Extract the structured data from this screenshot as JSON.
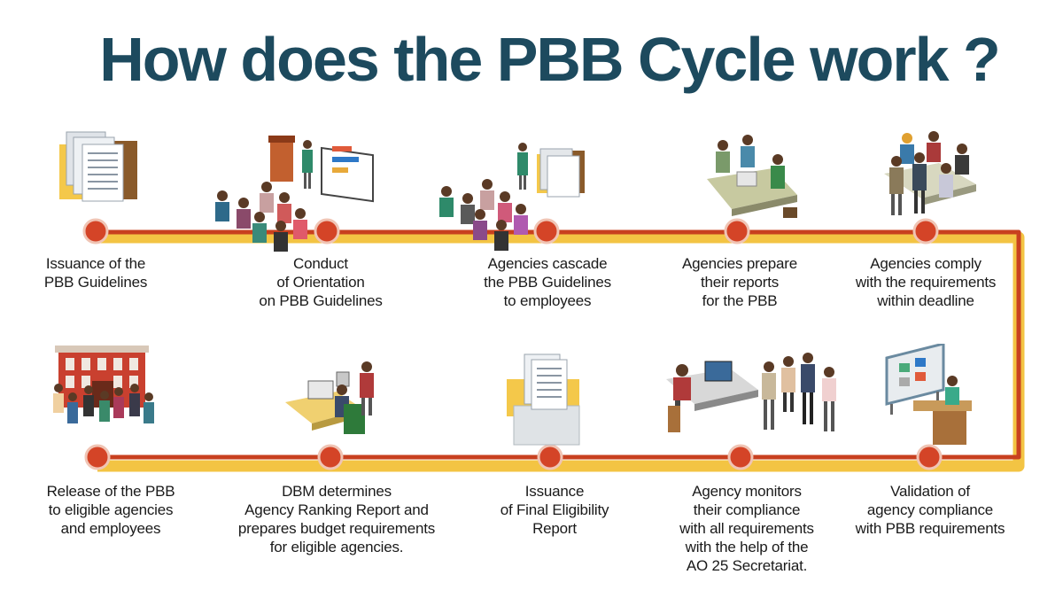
{
  "title": "How does the PBB Cycle work ?",
  "colors": {
    "title": "#1d4a5e",
    "track": "#c8401f",
    "track_shadow": "#f3c443",
    "node_fill": "#d44427",
    "node_stroke": "#f0c4b4"
  },
  "steps": [
    {
      "label": "Issuance of the\nPBB Guidelines",
      "icon": "folder-documents-icon"
    },
    {
      "label": "Conduct\nof Orientation\non PBB Guidelines",
      "icon": "orientation-presentation-icon"
    },
    {
      "label": "Agencies cascade\nthe PBB Guidelines\nto employees",
      "icon": "cascade-meeting-icon"
    },
    {
      "label": "Agencies prepare\ntheir reports\nfor the PBB",
      "icon": "team-desk-icon"
    },
    {
      "label": "Agencies comply\nwith the requirements\nwithin deadline",
      "icon": "office-workers-icon"
    },
    {
      "label": "Validation of\nagency compliance\nwith PBB requirements",
      "icon": "validation-board-icon"
    },
    {
      "label": "Agency monitors\ntheir compliance\nwith all requirements\nwith the help of the\nAO 25 Secretariat.",
      "icon": "monitoring-workstation-icon"
    },
    {
      "label": "Issuance\nof Final Eligibility\nReport",
      "icon": "final-report-icon"
    },
    {
      "label": "DBM determines\nAgency Ranking Report and\nprepares budget requirements\nfor eligible agencies.",
      "icon": "dbm-desk-icon"
    },
    {
      "label": "Release of the PBB\nto eligible agencies\nand employees",
      "icon": "building-release-icon"
    }
  ]
}
